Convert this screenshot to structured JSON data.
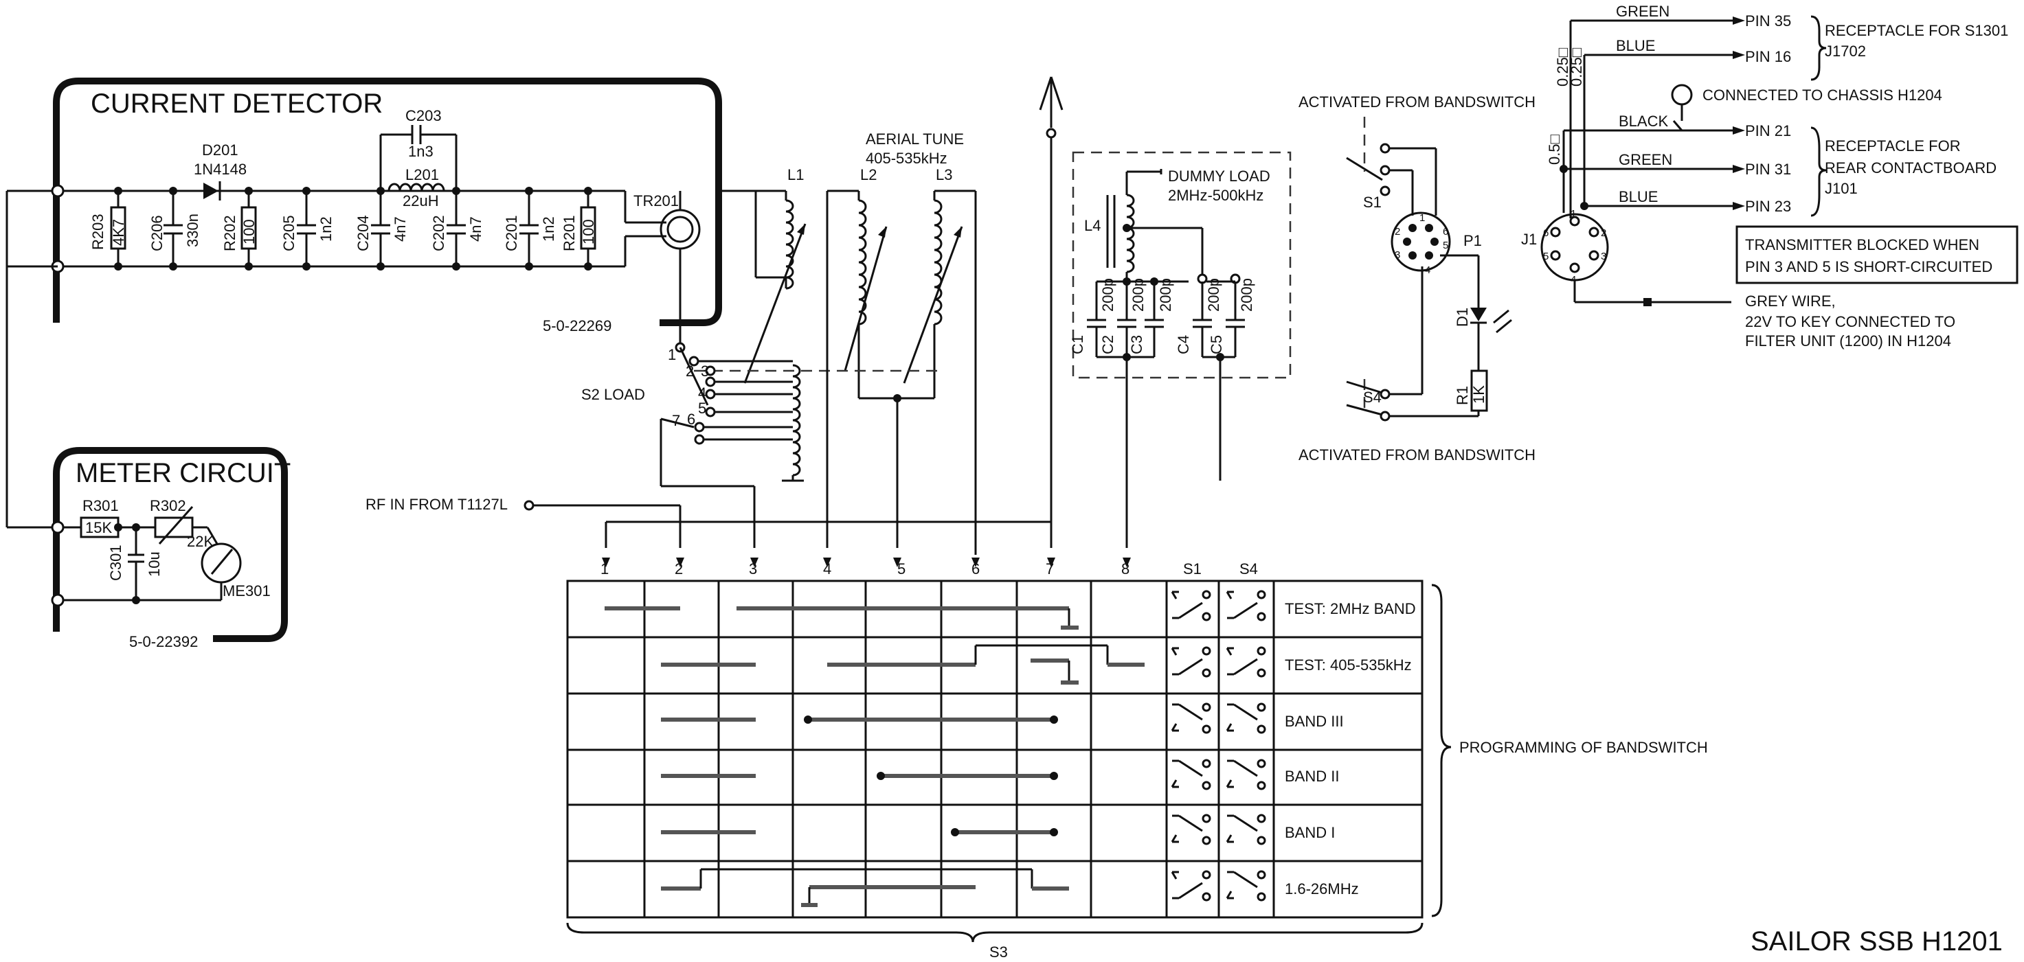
{
  "title": "SAILOR SSB H1201",
  "current_detector": {
    "title": "CURRENT DETECTOR",
    "part_no": "5-0-22269",
    "d201_ref": "D201",
    "d201_val": "1N4148",
    "c203_ref": "C203",
    "c203_val": "1n3",
    "l201_ref": "L201",
    "l201_val": "22uH",
    "tr201": "TR201",
    "r203_ref": "R203",
    "r203_val": "4K7",
    "c206_ref": "C206",
    "c206_val": "330n",
    "r202_ref": "R202",
    "r202_val": "100",
    "c205_ref": "C205",
    "c205_val": "1n2",
    "c204_ref": "C204",
    "c204_val": "4n7",
    "c202_ref": "C202",
    "c202_val": "4n7",
    "c201_ref": "C201",
    "c201_val": "1n2",
    "r201_ref": "R201",
    "r201_val": "100"
  },
  "meter_circuit": {
    "title": "METER CIRCUIT",
    "part_no": "5-0-22392",
    "r301_ref": "R301",
    "r301_val": "15K",
    "r302_ref": "R302",
    "r302_val": "22K",
    "c301_ref": "C301",
    "c301_val": "10u",
    "meter": "ME301"
  },
  "aerial": {
    "title": "AERIAL TUNE",
    "range": "405-535kHz",
    "l1": "L1",
    "l2": "L2",
    "l3": "L3",
    "s2": "S2 LOAD",
    "taps": [
      "1",
      "2",
      "3",
      "4",
      "5",
      "6",
      "7"
    ]
  },
  "rf_in": "RF IN FROM T1127L",
  "dummy_load": {
    "title": "DUMMY LOAD",
    "range": "2MHz-500kHz",
    "l4": "L4",
    "caps": [
      {
        "ref": "C1",
        "val": "200p"
      },
      {
        "ref": "C2",
        "val": "200p"
      },
      {
        "ref": "C3",
        "val": "200p"
      },
      {
        "ref": "C4",
        "val": "200p"
      },
      {
        "ref": "C5",
        "val": "200p"
      }
    ]
  },
  "bandswitch": {
    "activated_top": "ACTIVATED FROM BANDSWITCH",
    "activated_bottom": "ACTIVATED FROM BANDSWITCH",
    "s1": "S1",
    "s4": "S4",
    "p1": "P1",
    "d1": "D1",
    "r1_ref": "R1",
    "r1_val": "1K",
    "p1_pins": [
      "2",
      "1",
      "6",
      "3",
      "5",
      "4"
    ]
  },
  "connector": {
    "j1": "J1",
    "j1_pins": [
      "1",
      "6",
      "2",
      "5",
      "3",
      "4"
    ],
    "wire_labels": [
      "0.25□",
      "0.25□",
      "0.5□"
    ],
    "wires": [
      {
        "color": "GREEN",
        "pin": "PIN 35"
      },
      {
        "color": "BLUE",
        "pin": "PIN 16"
      },
      {
        "color": "BLACK",
        "pin": "PIN 21"
      },
      {
        "color": "GREEN",
        "pin": "PIN 31"
      },
      {
        "color": "BLUE",
        "pin": "PIN 23"
      }
    ],
    "receptacle_top_1": "RECEPTACLE FOR S1301",
    "receptacle_top_2": "J1702",
    "chassis": "CONNECTED TO CHASSIS H1204",
    "receptacle_rear_1": "RECEPTACLE FOR",
    "receptacle_rear_2": "REAR CONTACTBOARD",
    "receptacle_rear_3": "J101",
    "blocked_1": "TRANSMITTER BLOCKED WHEN",
    "blocked_2": "PIN 3 AND 5 IS SHORT-CIRCUITED",
    "grey_1": "GREY WIRE,",
    "grey_2": "22V TO KEY CONNECTED TO",
    "grey_3": "FILTER UNIT (1200) IN H1204"
  },
  "program_table": {
    "columns": [
      "1",
      "2",
      "3",
      "4",
      "5",
      "6",
      "7",
      "8",
      "S1",
      "S4"
    ],
    "rows": [
      "TEST: 2MHz BAND",
      "TEST: 405-535kHz",
      "BAND III",
      "BAND II",
      "BAND I",
      "1.6-26MHz"
    ],
    "brace_label": "PROGRAMMING OF BANDSWITCH",
    "s3_label": "S3"
  }
}
